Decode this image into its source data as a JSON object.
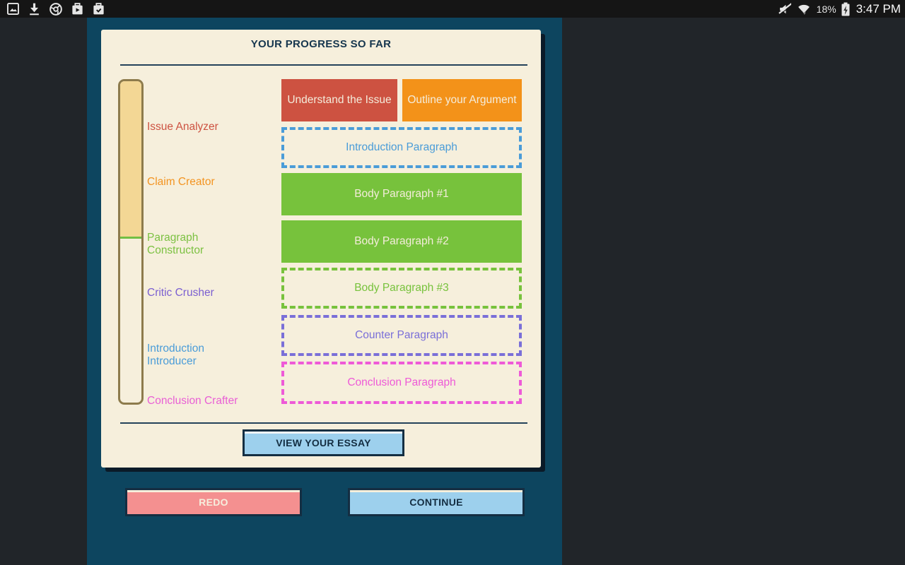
{
  "status_bar": {
    "time": "3:47 PM",
    "battery_percent": "18%",
    "left_icons": [
      "gallery-icon",
      "download-icon",
      "chrome-icon",
      "play-store-icon",
      "play-store-check-icon"
    ],
    "right_icons": [
      "volume-muted-icon",
      "wifi-icon",
      "battery-charging-icon"
    ]
  },
  "progress_card": {
    "title": "YOUR PROGRESS SO FAR",
    "progress_bar": {
      "fill_percent": "49%",
      "fill_color": "#f3d795",
      "track_border_color": "#8d7b4c",
      "marker_color": "#72bf44"
    },
    "milestones": [
      {
        "label": "Issue Analyzer",
        "color": "#cd5241"
      },
      {
        "label": "Claim Creator",
        "color": "#f39421"
      },
      {
        "label": "Paragraph Constructor",
        "color": "#7cc142"
      },
      {
        "label": "Critic Crusher",
        "color": "#7b5fd1"
      },
      {
        "label": "Introduction Introducer",
        "color": "#4a9cd8"
      },
      {
        "label": "Conclusion Crafter",
        "color": "#e95fd5"
      }
    ],
    "steps": [
      {
        "label": "Understand the Issue",
        "status": "complete",
        "color": "#cd5241"
      },
      {
        "label": "Outline your Argument",
        "status": "complete",
        "color": "#f39219"
      },
      {
        "label": "Introduction Paragraph",
        "status": "incomplete",
        "color": "#4a9cd8"
      },
      {
        "label": "Body Paragraph #1",
        "status": "complete",
        "color": "#77c23c"
      },
      {
        "label": "Body Paragraph #2",
        "status": "complete",
        "color": "#77c23c"
      },
      {
        "label": "Body Paragraph #3",
        "status": "incomplete",
        "color": "#77c23c"
      },
      {
        "label": "Counter Paragraph",
        "status": "incomplete",
        "color": "#7a6fd8"
      },
      {
        "label": "Conclusion Paragraph",
        "status": "incomplete",
        "color": "#ee5ad7"
      }
    ],
    "view_essay_button": "VIEW YOUR ESSAY"
  },
  "footer": {
    "redo_button": "REDO",
    "continue_button": "CONTINUE"
  },
  "theme": {
    "page_bg": "#212529",
    "status_bar_bg": "#151515",
    "panel_bg": "#0d455f",
    "card_bg": "#f6efdc",
    "card_shadow": "#0a1a28",
    "navy_text": "#16364e",
    "button_blue": "#9dd0ed",
    "button_red": "#f49090"
  }
}
